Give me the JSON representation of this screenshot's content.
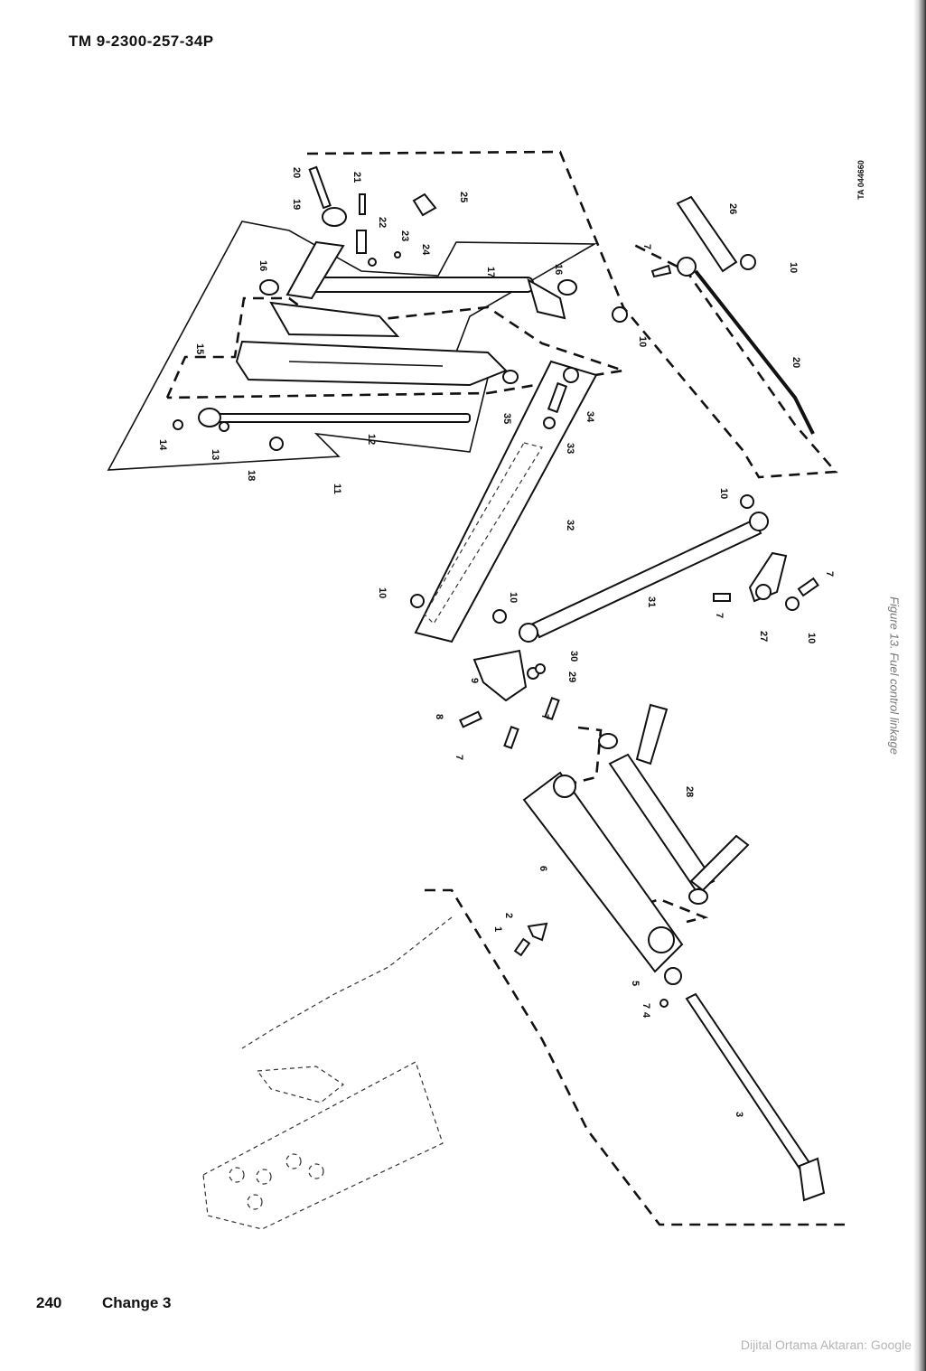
{
  "header": {
    "doc_number": "TM 9-2300-257-34P"
  },
  "footer": {
    "page_number": "240",
    "change": "Change 3"
  },
  "figure": {
    "id": "TA 044660"
  },
  "edge_caption": "Figure 13. Fuel control linkage",
  "watermark": "Dijital Ortama Aktaran: Google",
  "callouts": [
    "1",
    "2",
    "3",
    "4",
    "5",
    "6",
    "7",
    "8",
    "9",
    "10",
    "11",
    "12",
    "13",
    "14",
    "15",
    "16",
    "17",
    "18",
    "19",
    "20",
    "21",
    "22",
    "23",
    "24",
    "25",
    "26",
    "27",
    "28",
    "29",
    "30",
    "31",
    "32",
    "33",
    "34",
    "35"
  ]
}
